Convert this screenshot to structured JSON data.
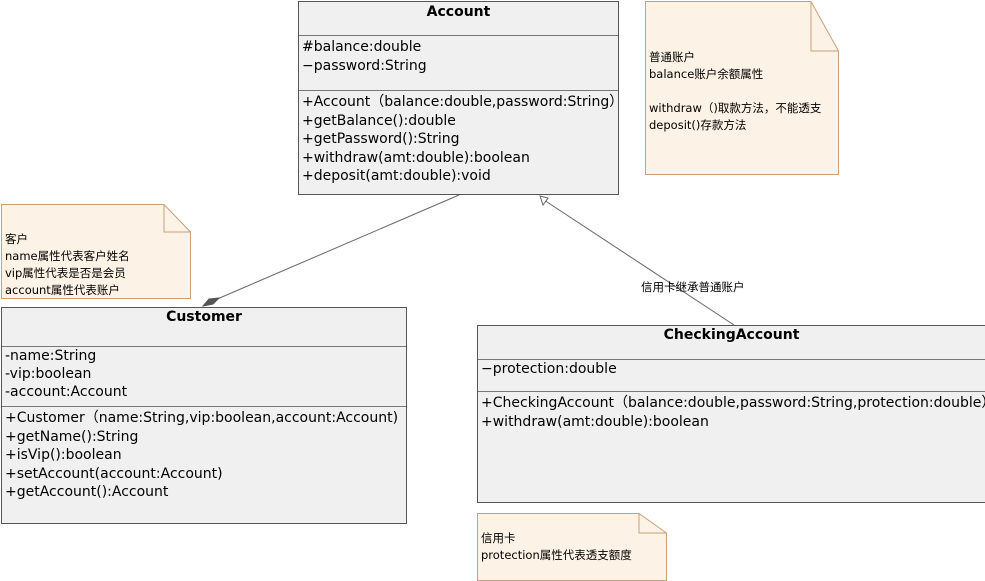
{
  "classes": {
    "account": {
      "name": "Account",
      "attributes": [
        "#balance:double",
        "−password:String"
      ],
      "operations": [
        "+Account（balance:double,password:String）",
        "+getBalance():double",
        "+getPassword():String",
        "+withdraw(amt:double):boolean",
        "+deposit(amt:double):void"
      ]
    },
    "customer": {
      "name": "Customer",
      "attributes": [
        "-name:String",
        "-vip:boolean",
        "-account:Account"
      ],
      "operations": [
        "+Customer（name:String,vip:boolean,account:Account)",
        "+getName():String",
        "+isVip():boolean",
        "+setAccount(account:Account)",
        "+getAccount():Account"
      ]
    },
    "checking": {
      "name": "CheckingAccount",
      "attributes": [
        "−protection:double"
      ],
      "operations": [
        "+CheckingAccount（balance:double,password:String,protection:double）",
        "+withdraw(amt:double):boolean"
      ]
    }
  },
  "notes": {
    "account": [
      "普通账户",
      "balance账户余额属性",
      "",
      "withdraw（)取款方法，不能透支",
      "deposit()存款方法"
    ],
    "customer": [
      "客户",
      "name属性代表客户姓名",
      "vip属性代表是否是会员",
      "account属性代表账户"
    ],
    "checking": [
      "信用卡",
      "protection属性代表透支额度"
    ]
  },
  "relations": {
    "inheritance_label": "信用卡继承普通账户"
  },
  "colors": {
    "class_fill": "#f0f0f0",
    "note_fill": "#fdf2e6",
    "note_border": "#c8a27a"
  }
}
